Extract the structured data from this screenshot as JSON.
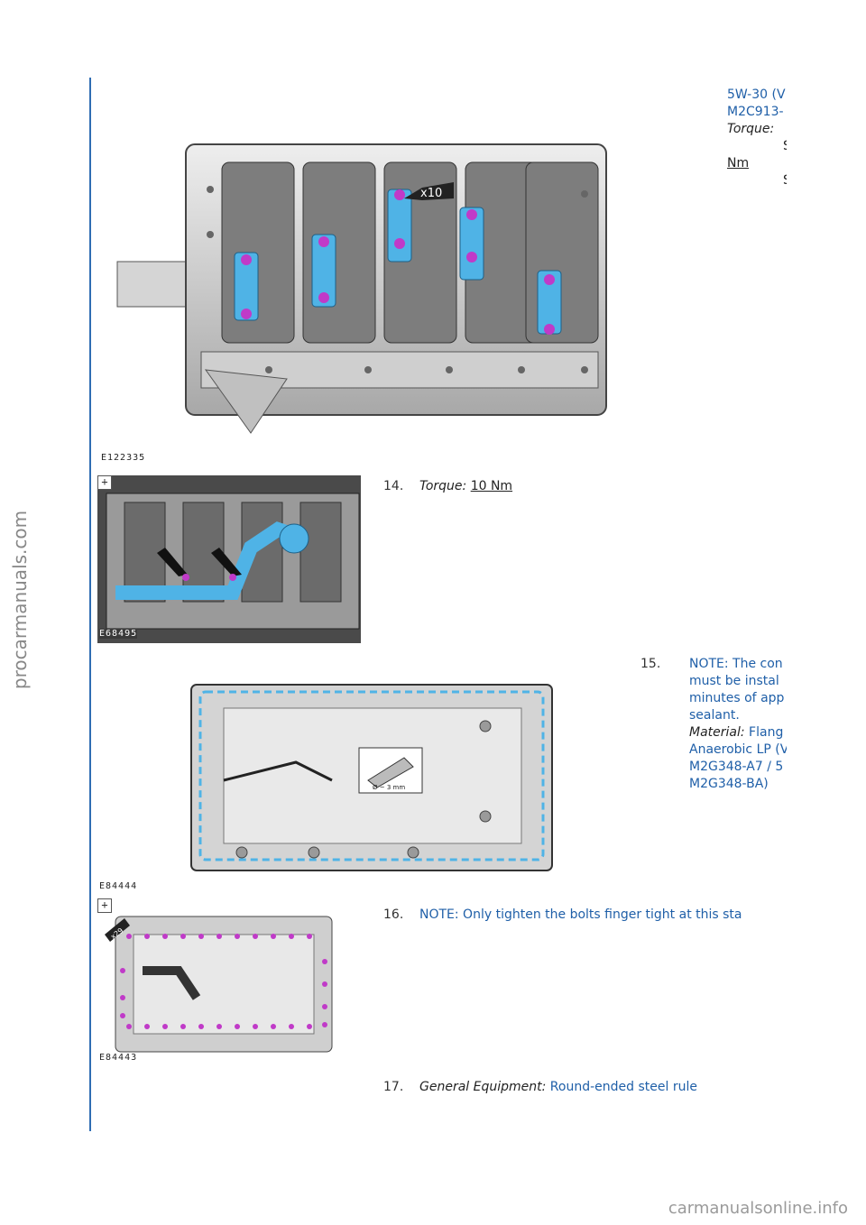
{
  "watermark_side": "procarmanuals.com",
  "watermark_footer": "carmanualsonline.info",
  "page_number": "",
  "top_panel": {
    "figure_code": "E122335",
    "badge": "x10",
    "lines": [
      "5W-30 (V",
      "M2C913-",
      "Torque:",
      "S",
      "Nm",
      "S"
    ]
  },
  "step14": {
    "number": "14.",
    "torque_label": "Torque:",
    "torque_value": "10 Nm",
    "figure_code": "E68495",
    "zoom": "+"
  },
  "step15": {
    "number": "15.",
    "note_lines": [
      "NOTE: The con",
      "must be instal",
      "minutes of app",
      "sealant."
    ],
    "material_label": "Material:",
    "material_lines": [
      "Flang",
      "Anaerobic LP (V",
      "M2G348-A7 / 5",
      "M2G348-BA)"
    ],
    "figure_code": "E84444",
    "callout": "Ø ~ 3 mm"
  },
  "step16": {
    "number": "16.",
    "note": "NOTE: Only tighten the bolts finger tight at this sta",
    "figure_code": "E84443",
    "zoom": "+",
    "badge": "x29"
  },
  "step17": {
    "number": "17.",
    "equipment_label": "General Equipment:",
    "equipment_value": "Round-ended steel rule"
  },
  "colors": {
    "accent_blue": "#1f5fa8",
    "rule_blue": "#2f6db3",
    "part_highlight": "#4fb3e6",
    "bolt_magenta": "#c03ac8"
  }
}
